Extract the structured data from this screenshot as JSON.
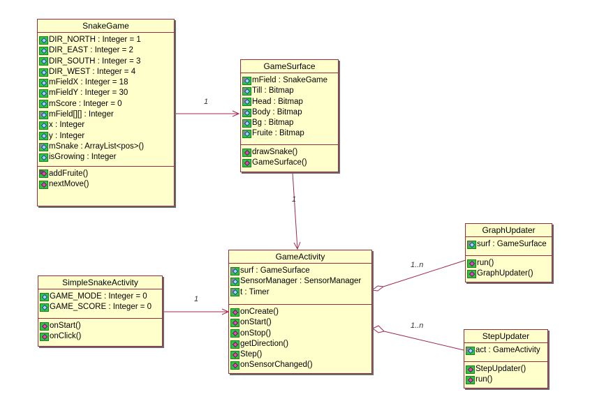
{
  "classes": {
    "snake_game": {
      "name": "SnakeGame",
      "attributes": [
        "DIR_NORTH : Integer = 1",
        "DIR_EAST : Integer = 2",
        "DIR_SOUTH : Integer = 3",
        "DIR_WEST : Integer = 4",
        "mFieldX : Integer = 18",
        "mFieldY : Integer = 30",
        "mScore : Integer = 0",
        "mField[][] : Integer",
        "x : Integer",
        "y : Integer",
        " mSnake :  ArrayList<pos>()",
        "isGrowing : Integer"
      ],
      "operations": [
        "addFruite()",
        "nextMove()"
      ]
    },
    "game_surface": {
      "name": "GameSurface",
      "attributes": [
        "mField :  SnakeGame",
        "Till : Bitmap",
        "Head : Bitmap",
        "Body : Bitmap",
        "Bg : Bitmap",
        "Fruite : Bitmap"
      ],
      "operations": [
        "drawSnake()",
        "GameSurface()"
      ]
    },
    "game_activity": {
      "name": "GameActivity",
      "attributes": [
        "surf : GameSurface",
        "SensorManager : SensorManager",
        "t : Timer"
      ],
      "operations": [
        "onCreate()",
        "onStart()",
        "onStop()",
        "getDirection()",
        "Step()",
        "onSensorChanged()"
      ]
    },
    "simple_snake_activity": {
      "name": "SimpleSnakeActivity",
      "attributes": [
        " GAME_MODE : Integer = 0",
        "GAME_SCORE : Integer = 0"
      ],
      "operations": [
        "onStart()",
        " onClick()"
      ]
    },
    "graph_updater": {
      "name": "GraphUpdater",
      "attributes": [
        "surf : GameSurface"
      ],
      "operations": [
        "run()",
        "GraphUpdater()"
      ]
    },
    "step_updater": {
      "name": "StepUpdater",
      "attributes": [
        "act : GameActivity"
      ],
      "operations": [
        "StepUpdater()",
        "run()"
      ]
    }
  },
  "associations": {
    "snake_to_surface": "1",
    "surface_to_activity": "1",
    "simple_to_activity": "1",
    "activity_to_graph": "1..n",
    "activity_to_step": "1..n"
  },
  "colors": {
    "class_fill": "#ffffcc",
    "class_border": "#9a2a44",
    "link": "#a0284a",
    "icon_green": "#27c83a"
  }
}
